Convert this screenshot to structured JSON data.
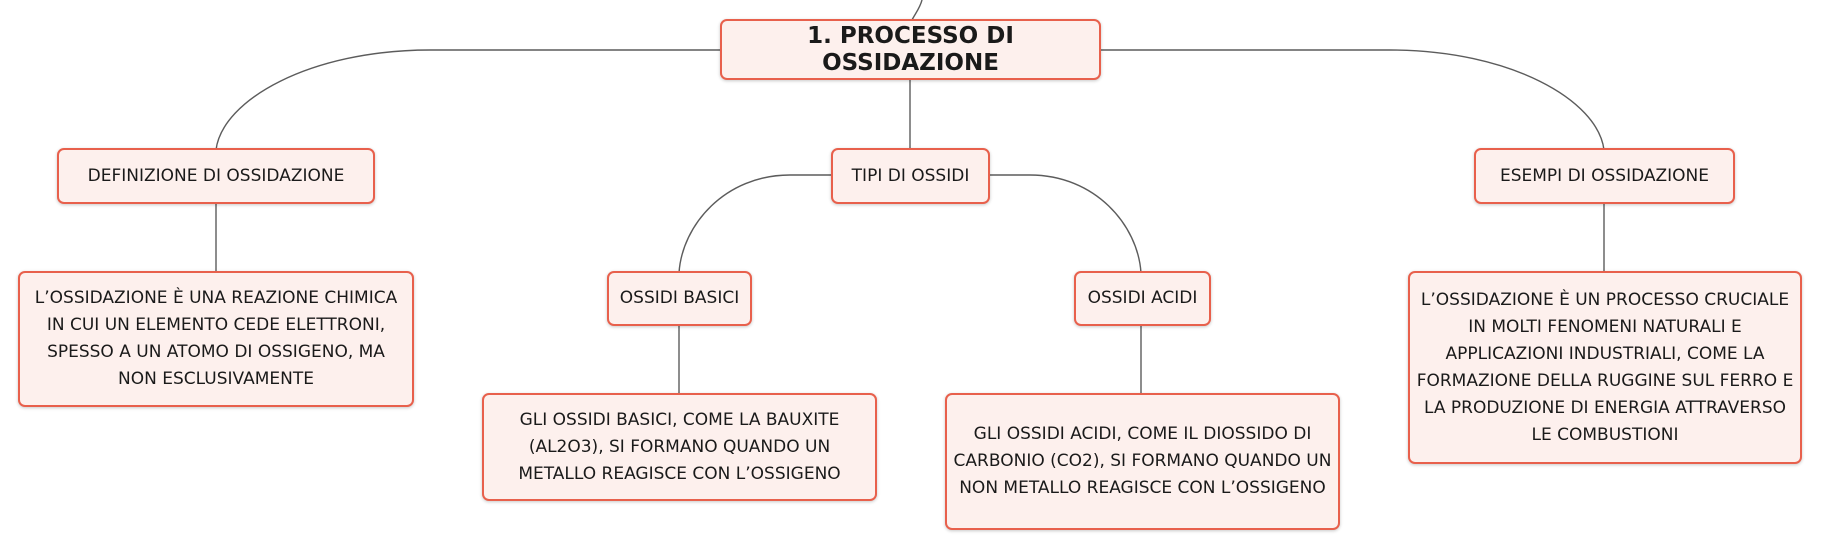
{
  "main_topic": "1. PROCESSO DI OSSIDAZIONE",
  "definition": {
    "label": "DEFINIZIONE DI OSSIDAZIONE",
    "text": "L’OSSIDAZIONE È UNA REAZIONE CHIMICA IN CUI UN ELEMENTO CEDE ELETTRONI, SPESSO A UN ATOMO DI OSSIGENO, MA NON ESCLUSIVAMENTE"
  },
  "types": {
    "label": "TIPI DI OSSIDI",
    "basic": {
      "label": "OSSIDI BASICI",
      "text": "GLI OSSIDI BASICI, COME LA BAUXITE (AL2O3), SI FORMANO QUANDO UN METALLO REAGISCE CON L’OSSIGENO"
    },
    "acid": {
      "label": "OSSIDI ACIDI",
      "text": "GLI OSSIDI ACIDI, COME IL DIOSSIDO DI CARBONIO (CO2), SI FORMANO QUANDO UN NON METALLO REAGISCE CON L’OSSIGENO"
    }
  },
  "examples": {
    "label": "ESEMPI DI OSSIDAZIONE",
    "text": "L’OSSIDAZIONE È UN PROCESSO CRUCIALE IN MOLTI FENOMENI NATURALI E APPLICAZIONI INDUSTRIALI, COME LA FORMAZIONE DELLA RUGGINE SUL FERRO E LA PRODUZIONE DI ENERGIA ATTRAVERSO LE COMBUSTIONI"
  },
  "colors": {
    "node_border": "#e8604c",
    "node_fill": "#fdf0ed",
    "connector": "#5c5c5c"
  }
}
